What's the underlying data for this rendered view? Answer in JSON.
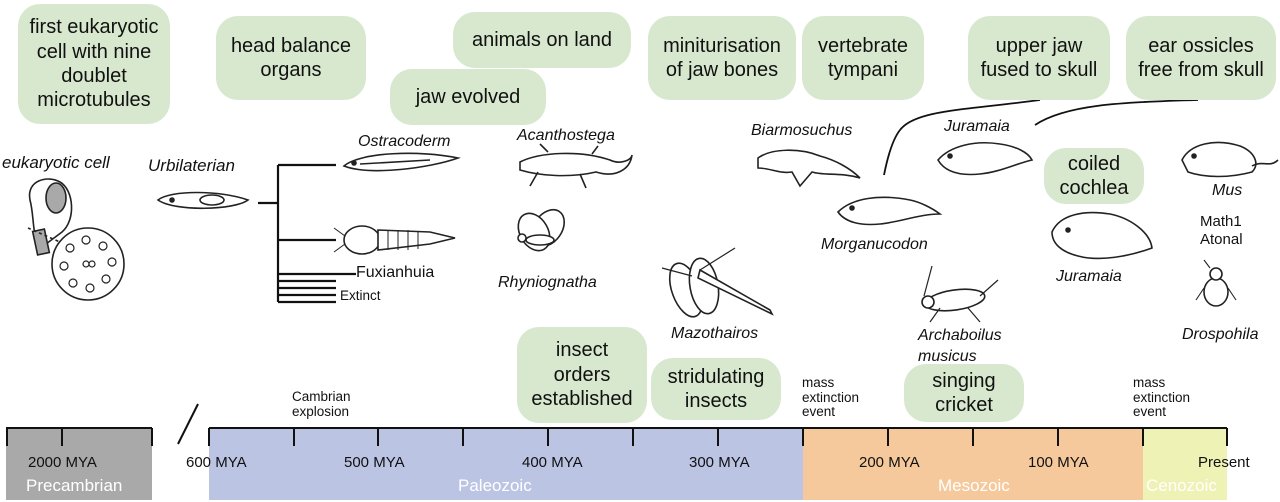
{
  "bubbles": {
    "eukaryotic_cell": "first eukaryotic\ncell with nine\ndoublet\nmicrotubules",
    "head_balance": "head balance\norgans",
    "animals_on_land": "animals on land",
    "jaw_evolved": "jaw evolved",
    "miniturisation": "miniturisation\nof jaw bones",
    "vertebrate_tympani": "vertebrate\ntympani",
    "upper_jaw": "upper jaw\nfused to skull",
    "ear_ossicles": "ear ossicles\nfree from skull",
    "coiled_cochlea": "coiled\ncochlea",
    "insect_orders": "insect\norders\nestablished",
    "stridulating": "stridulating\ninsects",
    "singing_cricket": "singing\ncricket"
  },
  "organisms": {
    "eukaryotic_cell": "eukaryotic cell",
    "urbilaterian": "Urbilaterian",
    "ostracoderm": "Ostracoderm",
    "fuxianhuia": "Fuxianhuia",
    "extinct": "Extinct",
    "acanthostega": "Acanthostega",
    "rhyniognatha": "Rhyniognatha",
    "mazothairos": "Mazothairos",
    "biarmosuchus": "Biarmosuchus",
    "morganucodon": "Morganucodon",
    "juramaia_top": "Juramaia",
    "juramaia_bottom": "Juramaia",
    "archaboilus": "Archaboilus\nmusicus",
    "mus": "Mus",
    "genes": "Math1\nAtonal",
    "drosophila": "Drospohila"
  },
  "events": {
    "cambrian": "Cambrian\nexplosion",
    "mass_extinction_1": "mass\nextinction\nevent",
    "mass_extinction_2": "mass\nextinction\nevent"
  },
  "timeline": {
    "ticks": [
      "2000 MYA",
      "600 MYA",
      "500 MYA",
      "400 MYA",
      "300 MYA",
      "200 MYA",
      "100 MYA",
      "Present"
    ],
    "eras": [
      "Precambrian",
      "Paleozoic",
      "Mesozoic",
      "Cenozoic"
    ],
    "colors": {
      "precambrian": "#a9a9a9",
      "paleozoic": "#bcc4e4",
      "mesozoic": "#f6c99c",
      "cenozoic": "#eef2b4",
      "bubble": "#d8e8cf"
    }
  }
}
